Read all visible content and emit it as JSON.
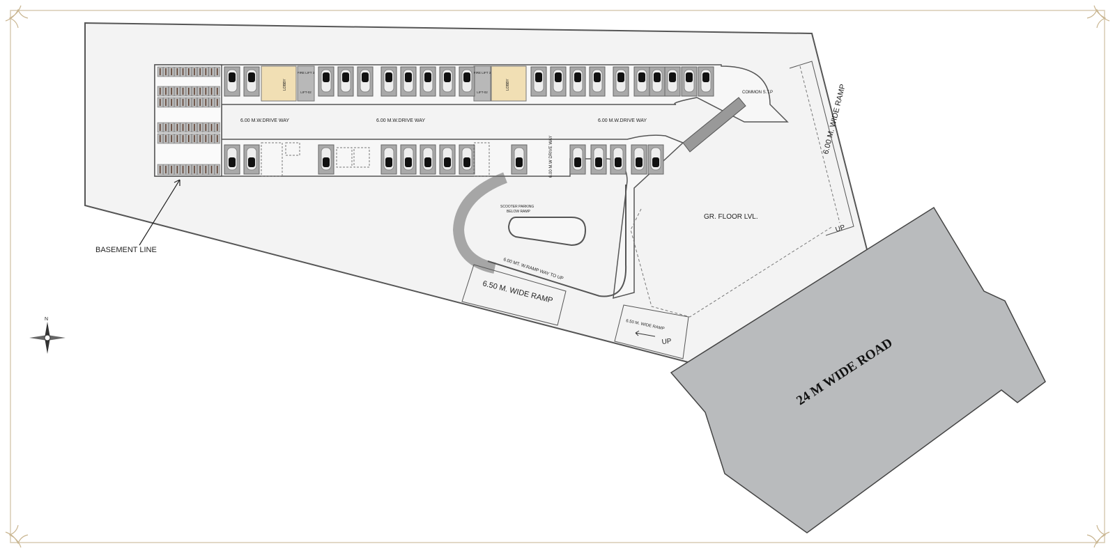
{
  "plan": {
    "basement_line": "BASEMENT LINE",
    "driveway_1": "6.00 M.W.DRIVE WAY",
    "driveway_2": "6.00 M.W.DRIVE WAY",
    "driveway_3": "6.00 M.W.DRIVE WAY",
    "driveway_vertical": "6.00 M.W DRIVE WAY",
    "common_stp": "COMMON S.T.P",
    "ramp_right": "6.00 M. WIDE RAMP",
    "up_right": "UP",
    "ground_floor": "GR. FLOOR LVL.",
    "scooter_1": "SCOOTER  PARKING",
    "scooter_2": "BELOW RAMP",
    "ramp_way": "6.00 MT. W.RAMP WAY TO UP",
    "ramp_650_large": "6.50 M. WIDE RAMP",
    "ramp_650_small": "6.50 M. WIDE RAMP",
    "up_bottom": "UP",
    "road": "24 M WIDE ROAD",
    "lobby_1": "LOBBY",
    "lobby_2": "LOBBY",
    "fire_lift_1": "FIRE LIFT 3",
    "lift_1": "LIFT-02",
    "fire_lift_2": "FIRE LIFT 3",
    "lift_2": "LIFT-02",
    "compass_north": "N"
  },
  "colors": {
    "site": "#f3f3f3",
    "road": "#b9bbbd",
    "stall": "#a9a9a9",
    "core": "#f1dfb4",
    "frame": "#d8ccb4"
  }
}
